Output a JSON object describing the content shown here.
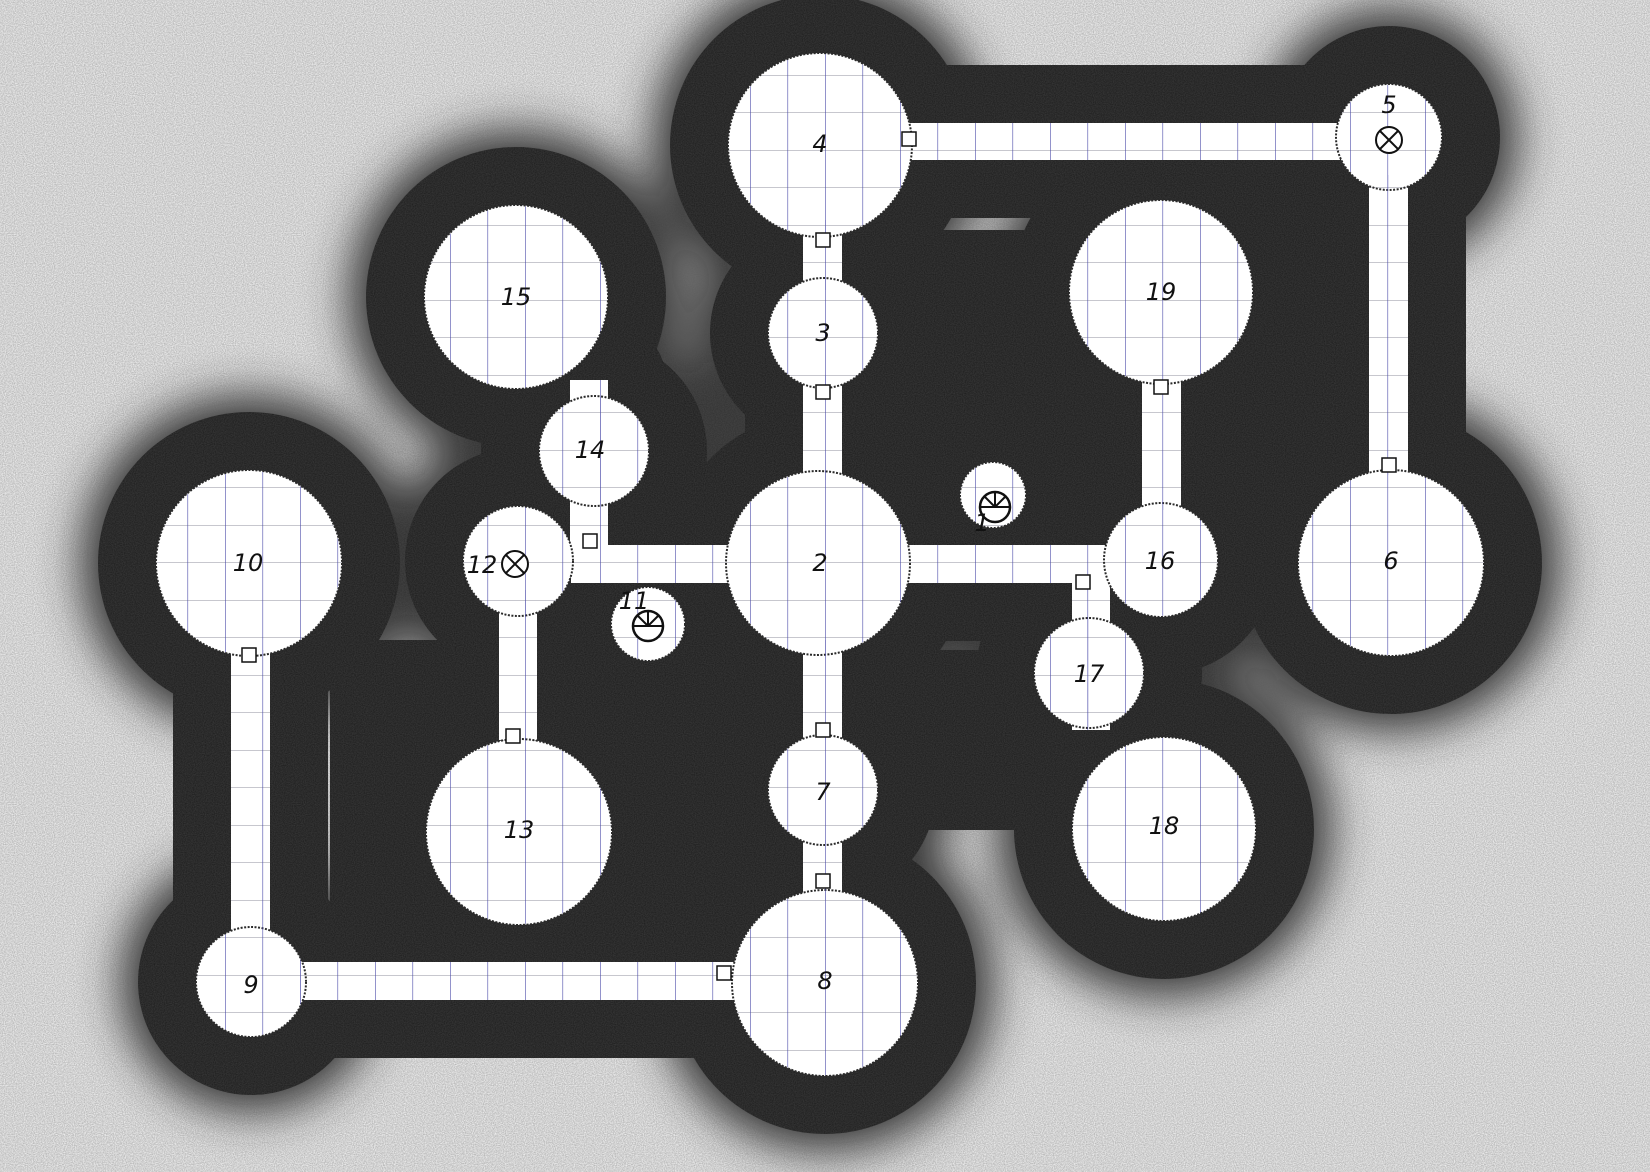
{
  "map": {
    "rooms": [
      {
        "id": "1",
        "label": "1",
        "marker": "stair-icon"
      },
      {
        "id": "2",
        "label": "2"
      },
      {
        "id": "3",
        "label": "3"
      },
      {
        "id": "4",
        "label": "4"
      },
      {
        "id": "5",
        "label": "5",
        "marker": "trap-icon"
      },
      {
        "id": "6",
        "label": "6"
      },
      {
        "id": "7",
        "label": "7"
      },
      {
        "id": "8",
        "label": "8"
      },
      {
        "id": "9",
        "label": "9"
      },
      {
        "id": "10",
        "label": "10"
      },
      {
        "id": "11",
        "label": "11",
        "marker": "stair-icon"
      },
      {
        "id": "12",
        "label": "12",
        "marker": "trap-icon"
      },
      {
        "id": "13",
        "label": "13"
      },
      {
        "id": "14",
        "label": "14"
      },
      {
        "id": "15",
        "label": "15"
      },
      {
        "id": "16",
        "label": "16"
      },
      {
        "id": "17",
        "label": "17"
      },
      {
        "id": "18",
        "label": "18"
      },
      {
        "id": "19",
        "label": "19"
      }
    ],
    "colors": {
      "rock": "#1a1a1a",
      "floor": "#ffffff",
      "grid_major": "#3d3d9e",
      "grid_minor": "#9a9a9a"
    }
  }
}
